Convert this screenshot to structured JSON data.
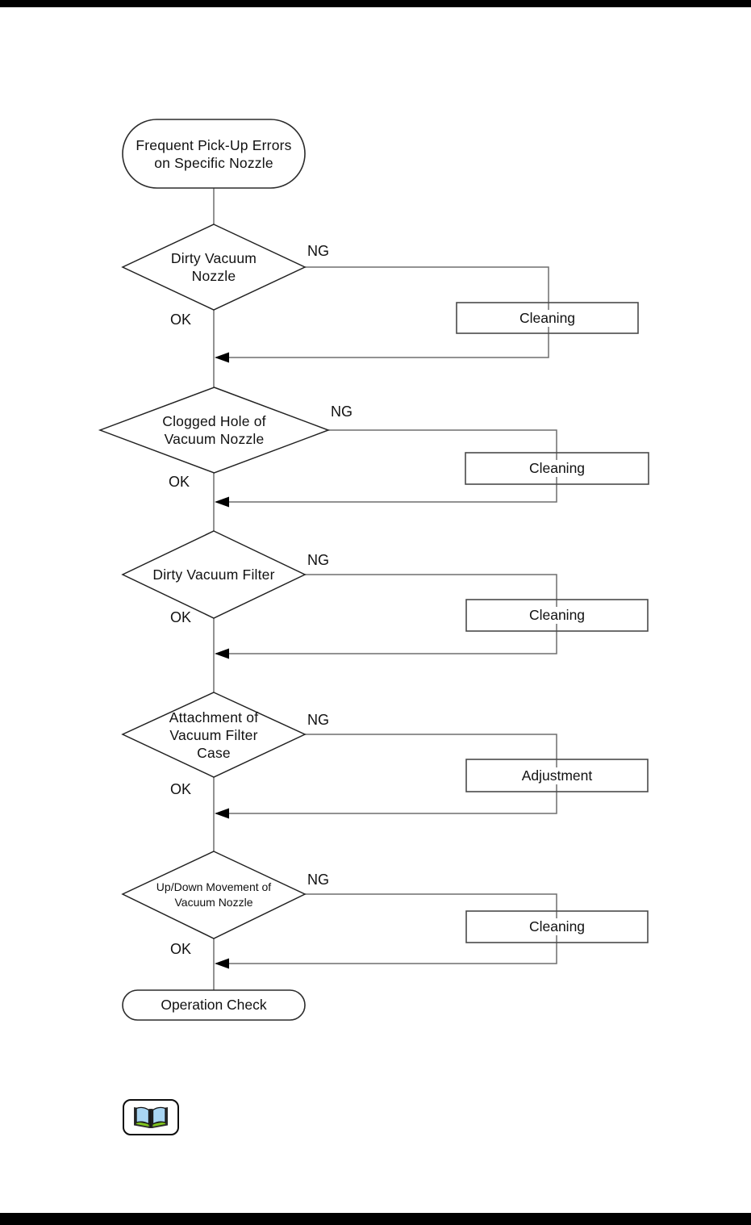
{
  "page": {
    "background": "#ffffff",
    "top_bar_color": "#000000",
    "bottom_bar_color": "#000000"
  },
  "colors": {
    "connector_line": "#6e6e6e",
    "shape_border": "#222222",
    "arrowhead": "#000000",
    "book_icon_blue": "#a9d5f2",
    "book_icon_green": "#7fc41c"
  },
  "flowchart": {
    "start": {
      "lines": [
        "Frequent Pick-Up Errors",
        "on Specific Nozzle"
      ]
    },
    "stages": [
      {
        "decision_lines": [
          "Dirty Vacuum",
          "Nozzle"
        ],
        "ng_label": "NG",
        "ok_label": "OK",
        "action_label": "Cleaning"
      },
      {
        "decision_lines": [
          "Clogged Hole of",
          "Vacuum Nozzle"
        ],
        "ng_label": "NG",
        "ok_label": "OK",
        "action_label": "Cleaning"
      },
      {
        "decision_lines": [
          "Dirty Vacuum Filter"
        ],
        "ng_label": "NG",
        "ok_label": "OK",
        "action_label": "Cleaning"
      },
      {
        "decision_lines": [
          "Attachment of",
          "Vacuum Filter",
          "Case"
        ],
        "ng_label": "NG",
        "ok_label": "OK",
        "action_label": "Adjustment"
      },
      {
        "decision_lines": [
          "Up/Down Movement of",
          "Vacuum Nozzle"
        ],
        "ng_label": "NG",
        "ok_label": "OK",
        "action_label": "Cleaning"
      }
    ],
    "end": {
      "label": "Operation Check"
    }
  },
  "icons": {
    "book_button": "open-book-icon"
  }
}
